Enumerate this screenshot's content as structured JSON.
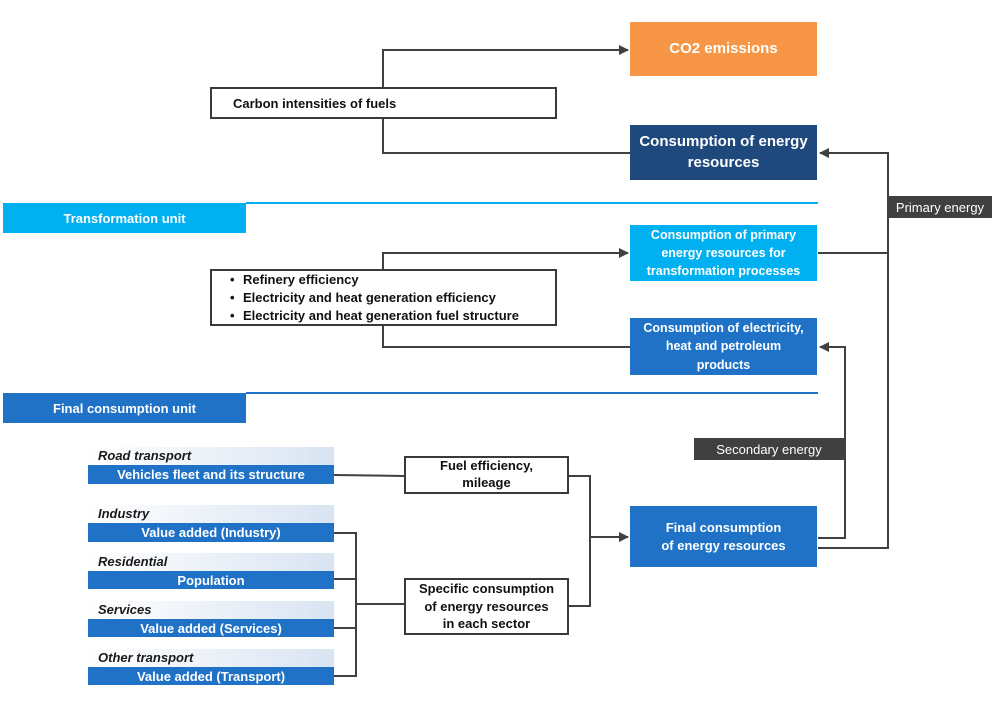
{
  "colors": {
    "orange": "#f79646",
    "dark_navy": "#1f497d",
    "light_blue": "#00b0f0",
    "mid_blue": "#1f72c6",
    "dark_tag": "#404040",
    "line": "#404040"
  },
  "top": {
    "co2": "CO2 emissions",
    "carbon_intensities": "Carbon intensities of fuels",
    "consumption_energy": "Consumption of energy\nresources",
    "primary_energy_tag": "Primary energy"
  },
  "transformation": {
    "band_label": "Transformation unit",
    "factors": [
      "Refinery efficiency",
      "Electricity and heat generation efficiency",
      "Electricity and heat generation fuel structure"
    ],
    "primary_for_transformation": "Consumption of primary\nenergy resources for\ntransformation processes",
    "electricity_heat_petroleum": "Consumption of electricity,\nheat and petroleum\nproducts"
  },
  "final": {
    "band_label": "Final consumption unit",
    "secondary_energy_tag": "Secondary energy",
    "fuel_efficiency": "Fuel efficiency,\nmileage",
    "specific_consumption": "Specific consumption\nof energy resources\nin each sector",
    "final_consumption": "Final consumption\nof energy resources",
    "sectors": [
      {
        "title": "Road transport",
        "value": "Vehicles fleet and its structure"
      },
      {
        "title": "Industry",
        "value": "Value added (Industry)"
      },
      {
        "title": "Residential",
        "value": "Population"
      },
      {
        "title": "Services",
        "value": "Value added (Services)"
      },
      {
        "title": "Other transport",
        "value": "Value added (Transport)"
      }
    ]
  }
}
